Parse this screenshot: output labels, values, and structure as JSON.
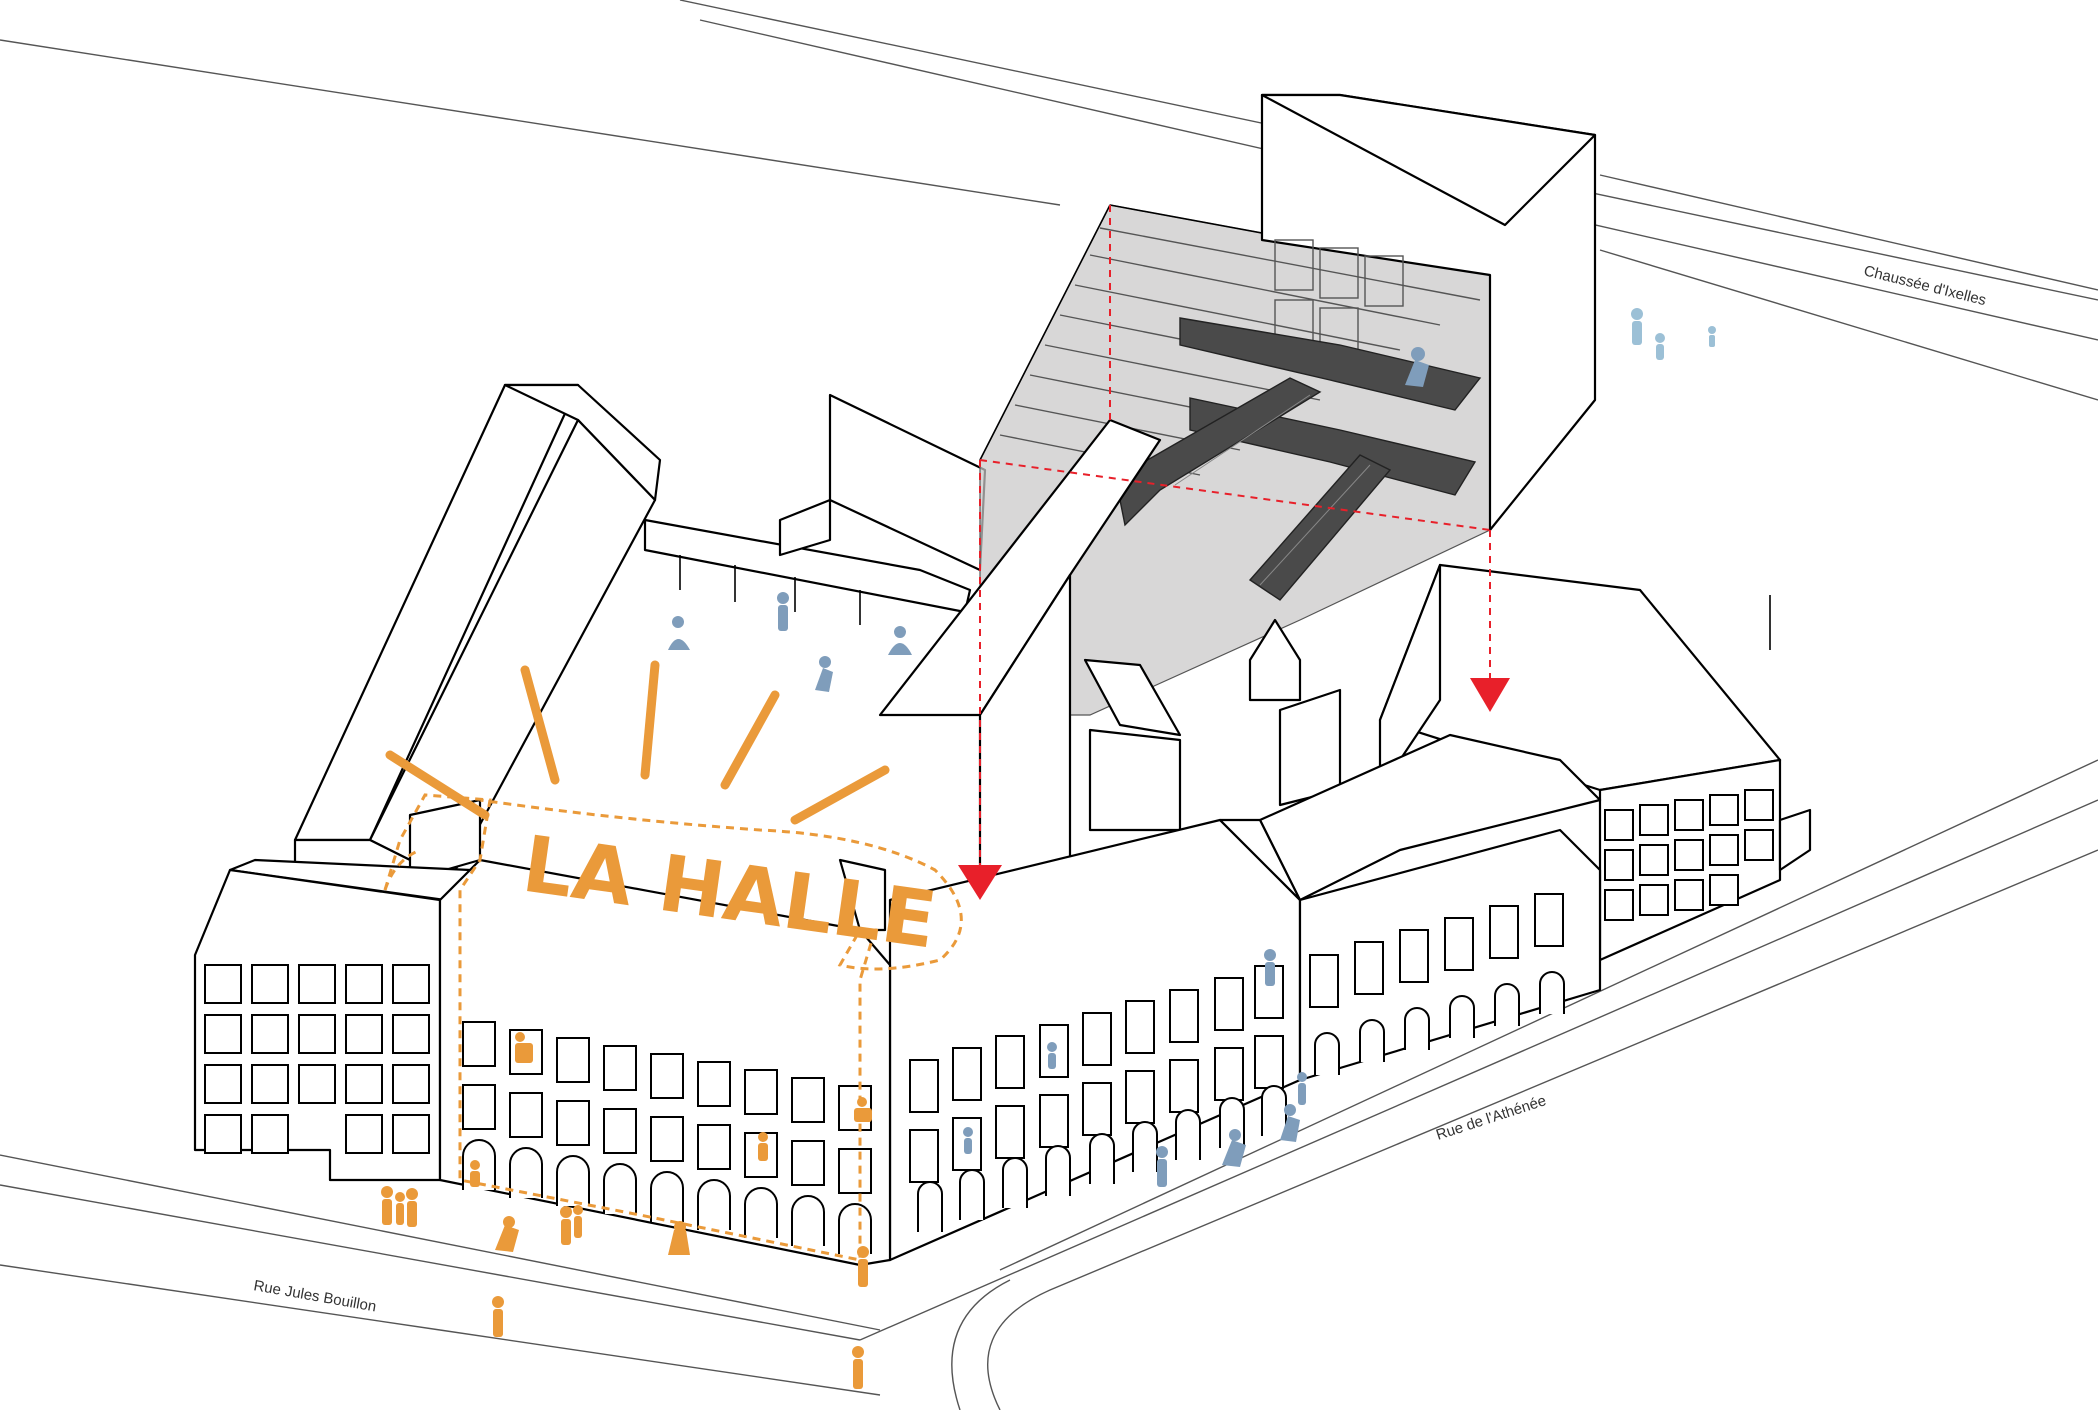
{
  "labels": {
    "halle_text": "LA HALLE",
    "street_chaussee": "Chaussée d'Ixelles",
    "street_athenee": "Rue de l'Athénée",
    "street_jules": "Rue Jules Bouillon"
  },
  "colors": {
    "accent_orange": "#ea9a3a",
    "arrow_red": "#e8202a",
    "people_blue": "#7f9dbb",
    "people_light_blue": "#9cc0d6",
    "glass_grey": "#c9c7c8",
    "stair_dark": "#4a4a4a"
  },
  "icons": [
    "person-figure-icon",
    "arrow-down-icon",
    "staircase-icon"
  ]
}
